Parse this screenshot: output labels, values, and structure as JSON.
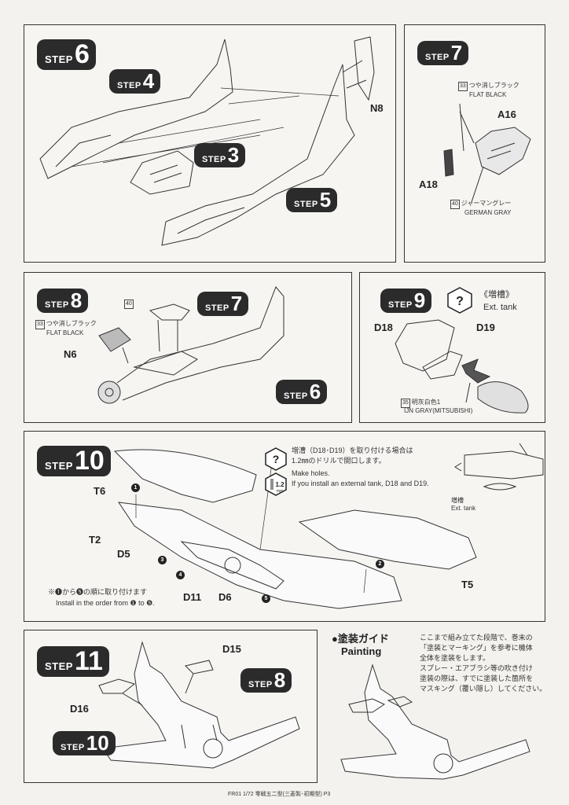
{
  "steps": {
    "s6": {
      "word": "STEP",
      "num": "6"
    },
    "s6_sub4": {
      "word": "STEP",
      "num": "4"
    },
    "s6_sub3": {
      "word": "STEP",
      "num": "3"
    },
    "s6_sub5": {
      "word": "STEP",
      "num": "5"
    },
    "s7": {
      "word": "STEP",
      "num": "7"
    },
    "s8": {
      "word": "STEP",
      "num": "8"
    },
    "s8_sub7": {
      "word": "STEP",
      "num": "7"
    },
    "s8_sub6": {
      "word": "STEP",
      "num": "6"
    },
    "s9": {
      "word": "STEP",
      "num": "9"
    },
    "s10": {
      "word": "STEP",
      "num": "10"
    },
    "s11": {
      "word": "STEP",
      "num": "11"
    },
    "s11_sub8": {
      "word": "STEP",
      "num": "8"
    },
    "s11_sub10": {
      "word": "STEP",
      "num": "10"
    }
  },
  "step6": {
    "part": "N8"
  },
  "step7": {
    "color_33_code": "33",
    "color_33_jp": "つや消しブラック",
    "color_33_en": "FLAT BLACK",
    "part_a16": "A16",
    "part_a18": "A18",
    "color_40_code": "40",
    "color_40_jp": "ジャーマングレー",
    "color_40_en": "GERMAN GRAY"
  },
  "step8": {
    "color_40_code": "40",
    "color_33_code": "33",
    "color_33_jp": "つや消しブラック",
    "color_33_en": "FLAT BLACK",
    "part": "N6"
  },
  "step9": {
    "title_jp": "《増槽》",
    "title_en": "Ext. tank",
    "part_d18": "D18",
    "part_d19": "D19",
    "color_code": "35",
    "color_jp": "明灰白色1",
    "color_en": "IJN GRAY(MITSUBISHI)"
  },
  "step10": {
    "note_jp_1": "増漕（D18･D19）を取り付ける場合は",
    "note_jp_2": "1.2㎜のドリルで開口します。",
    "note_en_1": "Make holes.",
    "note_en_2": "If you install an external tank, D18 and D19.",
    "drill_size": "1.2",
    "drill_unit": "mm",
    "inset_jp": "増槽",
    "inset_en": "Ext. tank",
    "parts": {
      "t6": "T6",
      "t2": "T2",
      "d5": "D5",
      "d11": "D11",
      "d6": "D6",
      "t5": "T5"
    },
    "order_jp": "※❶から❺の順に取り付けます",
    "order_en": "Install in the order from ❶ to ❺.",
    "order_nums": [
      "1",
      "2",
      "3",
      "4",
      "5"
    ]
  },
  "step11": {
    "part_d15": "D15",
    "part_d16": "D16"
  },
  "painting": {
    "title_jp": "●塗装ガイド",
    "title_en": "Painting",
    "lines": [
      "ここまで組み立てた段階で、巻末の",
      "「塗装とマーキング」を参考に機体",
      "全体を塗装をします。",
      "スプレー・エアブラシ等の吹き付け",
      "塗装の際は、すでに塗装した箇所を",
      "マスキング（覆い隠し）してください。"
    ]
  },
  "footer": "FR01  1/72 零戦五二型(三菱製･初期型)  P3"
}
